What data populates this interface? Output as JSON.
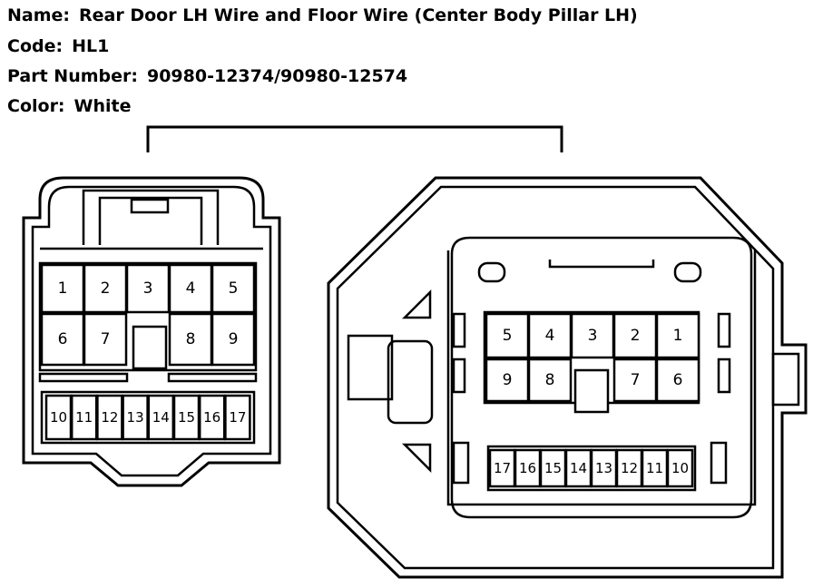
{
  "header": {
    "name_label": "Name:",
    "name_value": "Rear Door LH Wire and Floor Wire (Center Body Pillar LH)",
    "code_label": "Code:",
    "code_value": "HL1",
    "part_label": "Part Number:",
    "part_value": "90980-12374/90980-12574",
    "color_label": "Color:",
    "color_value": "White"
  },
  "left_connector": {
    "row1": [
      "1",
      "2",
      "3",
      "4",
      "5"
    ],
    "row2": [
      "6",
      "7",
      "8",
      "9"
    ],
    "row3": [
      "10",
      "11",
      "12",
      "13",
      "14",
      "15",
      "16",
      "17"
    ]
  },
  "right_connector": {
    "row1": [
      "5",
      "4",
      "3",
      "2",
      "1"
    ],
    "row2": [
      "9",
      "8",
      "7",
      "6"
    ],
    "row3": [
      "17",
      "16",
      "15",
      "14",
      "13",
      "12",
      "11",
      "10"
    ]
  }
}
